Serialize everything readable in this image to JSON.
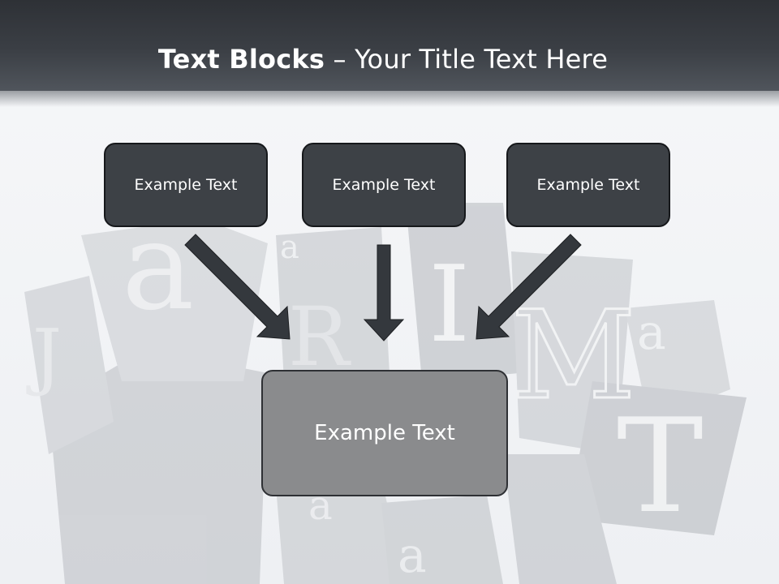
{
  "slide": {
    "title_bold": "Text Blocks",
    "title_sep": " – ",
    "title_rest": "Your Title Text Here",
    "boxes": [
      {
        "label": "Example Text"
      },
      {
        "label": "Example Text"
      },
      {
        "label": "Example Text"
      }
    ],
    "main_box": {
      "label": "Example Text"
    },
    "background_letters": [
      "a",
      "a",
      "R",
      "I",
      "M",
      "a",
      "T",
      "a",
      "a",
      "J"
    ]
  },
  "colors": {
    "header": "#3b3f45",
    "box_top": "#3d4146",
    "box_main": "#8a8b8d",
    "arrow": "#34383d"
  }
}
